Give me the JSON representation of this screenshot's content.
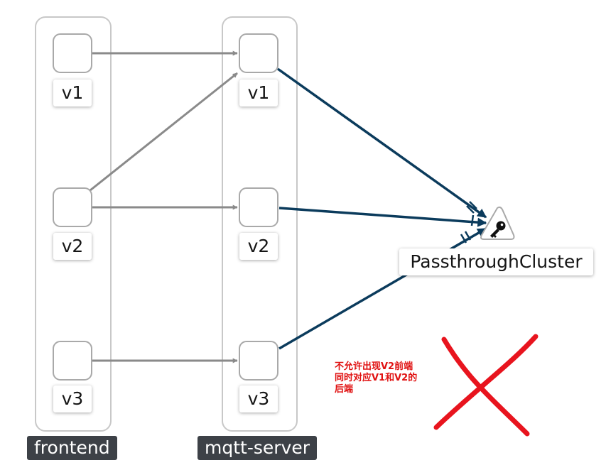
{
  "apps": [
    {
      "name": "frontend",
      "versions": [
        "v1",
        "v2",
        "v3"
      ]
    },
    {
      "name": "mqtt-server",
      "versions": [
        "v1",
        "v2",
        "v3"
      ]
    }
  ],
  "target": {
    "label": "PassthroughCluster",
    "icon": "key-icon"
  },
  "edges": [
    {
      "from": "frontend v1",
      "to": "mqtt-server v1"
    },
    {
      "from": "frontend v2",
      "to": "mqtt-server v1"
    },
    {
      "from": "frontend v2",
      "to": "mqtt-server v2"
    },
    {
      "from": "frontend v3",
      "to": "mqtt-server v3"
    },
    {
      "from": "mqtt-server v1",
      "to": "PassthroughCluster"
    },
    {
      "from": "mqtt-server v2",
      "to": "PassthroughCluster"
    },
    {
      "from": "mqtt-server v3",
      "to": "PassthroughCluster"
    }
  ],
  "annotation": {
    "lines": [
      "不允许出现V2前端",
      "同时对应V1和V2的",
      "后端"
    ]
  },
  "colors": {
    "internal_edge": "#8a8a8a",
    "egress_edge": "#0b3b5c",
    "annotation_text": "#e01010",
    "cross_mark": "#e8141e",
    "app_label_bg": "#3d4147"
  }
}
